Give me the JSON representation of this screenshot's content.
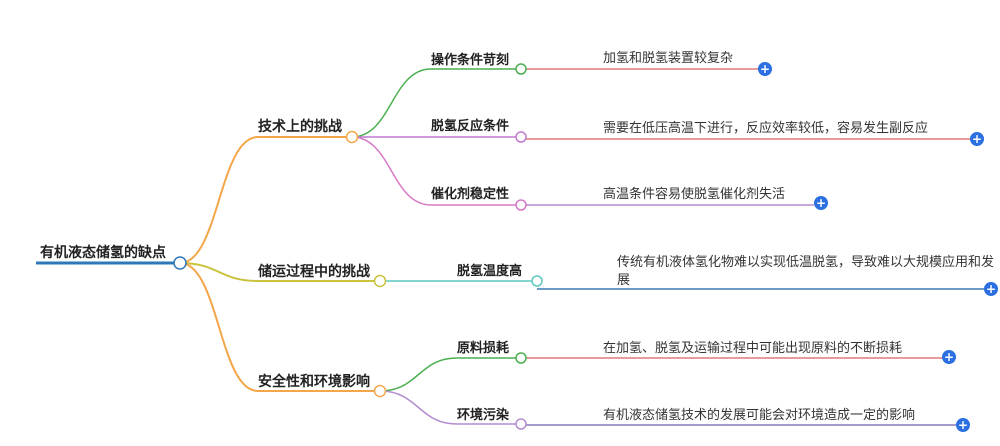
{
  "root": {
    "label": "有机液态储氢的缺点"
  },
  "branches": [
    {
      "label": "技术上的挑战",
      "color": "#f4a64a",
      "children": [
        {
          "label": "操作条件苛刻",
          "color": "#4caf50",
          "leaf": "加氢和脱氢装置较复杂",
          "leafColor": "#e07a7a"
        },
        {
          "label": "脱氢反应条件",
          "color": "#c07ad0",
          "leaf": "需要在低压高温下进行，反应效率较低，容易发生副反应",
          "leafColor": "#e07a7a"
        },
        {
          "label": "催化剂稳定性",
          "color": "#d778c6",
          "leaf": "高温条件容易使脱氢催化剂失活",
          "leafColor": "#b48cd0"
        }
      ]
    },
    {
      "label": "储运过程中的挑战",
      "color": "#c9c23a",
      "children": [
        {
          "label": "脱氢温度高",
          "color": "#5cc8c0",
          "leaf": "传统有机液体氢化物难以实现低温脱氢，导致难以大规模应用和发展",
          "leafColor": "#3a7ab0"
        }
      ]
    },
    {
      "label": "安全性和环境影响",
      "color": "#f4a64a",
      "children": [
        {
          "label": "原料损耗",
          "color": "#4caf50",
          "leaf": "在加氢、脱氢及运输过程中可能出现原料的不断损耗",
          "leafColor": "#e07a7a"
        },
        {
          "label": "环境污染",
          "color": "#b48cd0",
          "leaf": "有机液态储氢技术的发展可能会对环境造成一定的影响",
          "leafColor": "#8a7ab8"
        }
      ]
    }
  ],
  "expand_symbol": "+",
  "colors": {
    "root_underline": "#2f78b8",
    "expand_button": "#2b6fe0"
  }
}
